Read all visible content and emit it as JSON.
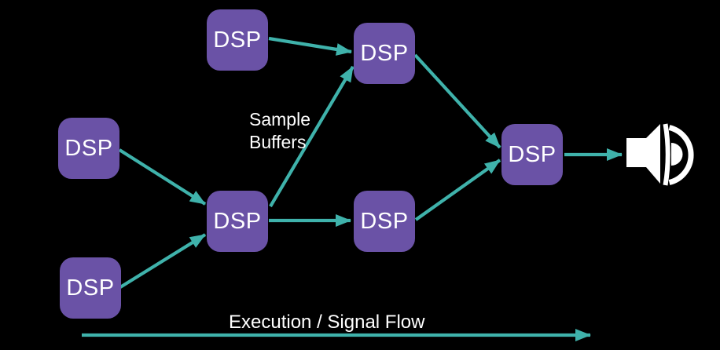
{
  "diagram_type": "dsp-signal-flow-graph",
  "background": "#000000",
  "colors": {
    "node_fill": "#6A52A6",
    "node_text": "#FFFFFF",
    "edge_stroke": "#3FB2AB",
    "label_text": "#FFFFFF",
    "speaker_icon": "#FFFFFF"
  },
  "nodes": [
    {
      "id": "dsp-source-top",
      "label": "DSP"
    },
    {
      "id": "dsp-merge-upper",
      "label": "DSP"
    },
    {
      "id": "dsp-source-mid-left",
      "label": "DSP"
    },
    {
      "id": "dsp-merge-center",
      "label": "DSP"
    },
    {
      "id": "dsp-source-bottom-left",
      "label": "DSP"
    },
    {
      "id": "dsp-mid-right",
      "label": "DSP"
    },
    {
      "id": "dsp-output",
      "label": "DSP"
    }
  ],
  "edges": [
    {
      "from": "dsp-source-top",
      "to": "dsp-merge-upper"
    },
    {
      "from": "dsp-merge-center",
      "to": "dsp-merge-upper",
      "annotation": "Sample Buffers"
    },
    {
      "from": "dsp-source-mid-left",
      "to": "dsp-merge-center"
    },
    {
      "from": "dsp-source-bottom-left",
      "to": "dsp-merge-center"
    },
    {
      "from": "dsp-merge-center",
      "to": "dsp-mid-right"
    },
    {
      "from": "dsp-merge-upper",
      "to": "dsp-output"
    },
    {
      "from": "dsp-mid-right",
      "to": "dsp-output"
    },
    {
      "from": "dsp-output",
      "to": "speaker"
    }
  ],
  "labels": {
    "sample_buffers": "Sample Buffers",
    "execution_flow": "Execution / Signal Flow"
  },
  "icons": {
    "speaker": "speaker-volume-icon"
  }
}
